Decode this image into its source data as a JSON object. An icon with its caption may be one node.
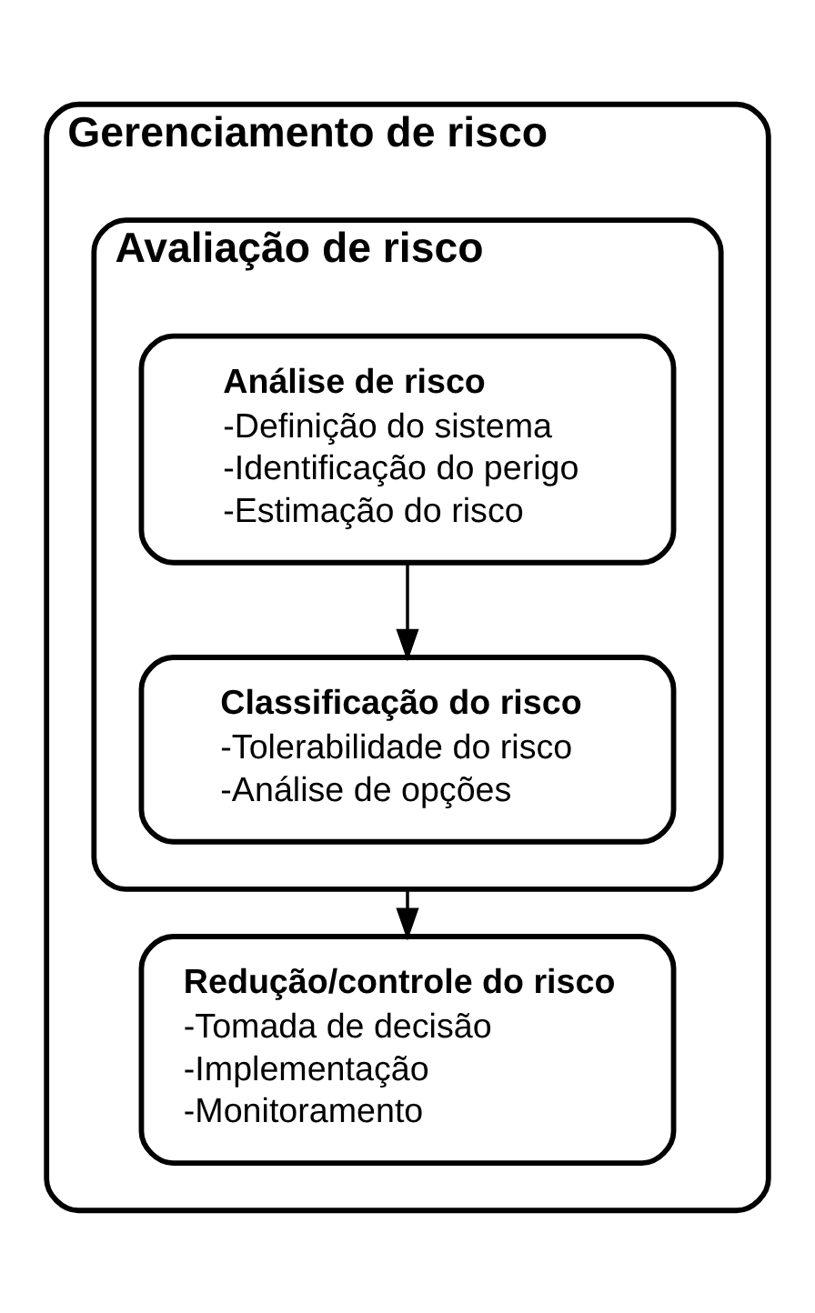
{
  "diagram": {
    "nodes": [
      {
        "text": [
          "Gerenciamento de risco"
        ]
      },
      {
        "text": [
          "Avaliação de risco"
        ],
        "in": 0
      },
      {
        "text": [
          "Análise de risco",
          "-Definição do sistema",
          "-Identificação do perigo",
          "-Estimação do risco"
        ],
        "in": 1
      },
      {
        "text": [
          "Classificação do risco",
          "-Tolerabilidade do risco",
          "-Análise de opções"
        ],
        "in": 1
      },
      {
        "text": [
          "Redução/controle do risco",
          "-Tomada de decisão",
          "-Implementação",
          "-Monitoramento"
        ],
        "in": 0
      }
    ],
    "edges": [
      {
        "from": 2,
        "to": 3,
        "arrow": "to"
      },
      {
        "from": 1,
        "to": 4,
        "arrow": "to"
      }
    ]
  }
}
